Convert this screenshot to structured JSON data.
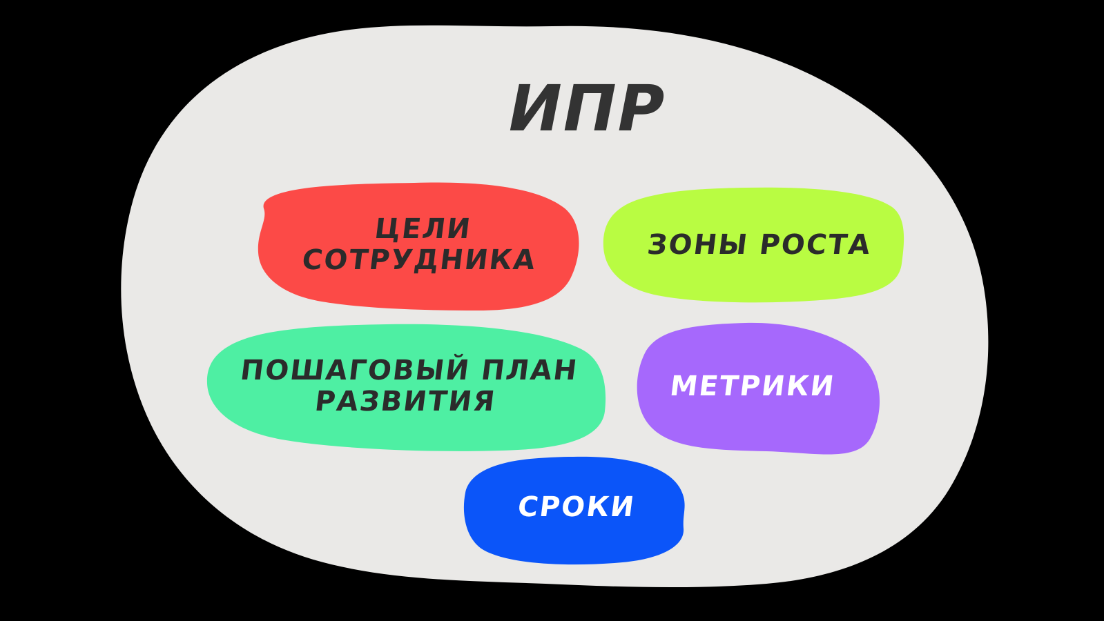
{
  "diagram": {
    "title": "ИПР",
    "title_color": "#333333",
    "background_color": "#000000",
    "canvas_blob_color": "#EAE9E7",
    "blobs": [
      {
        "id": "goals",
        "label": "ЦЕЛИ\nСОТРУДНИКА",
        "color": "#FC4A47",
        "text_color": "#2b2b2b"
      },
      {
        "id": "growth",
        "label": "ЗОНЫ РОСТА",
        "color": "#B9FC42",
        "text_color": "#2b2b2b"
      },
      {
        "id": "plan",
        "label": "ПОШАГОВЫЙ ПЛАН\nРАЗВИТИЯ",
        "color": "#4EEFA3",
        "text_color": "#2b2b2b"
      },
      {
        "id": "metrics",
        "label": "МЕТРИКИ",
        "color": "#A668FC",
        "text_color": "#FFFFFF"
      },
      {
        "id": "deadlines",
        "label": "СРОКИ",
        "color": "#0B55F9",
        "text_color": "#FFFFFF"
      }
    ]
  }
}
